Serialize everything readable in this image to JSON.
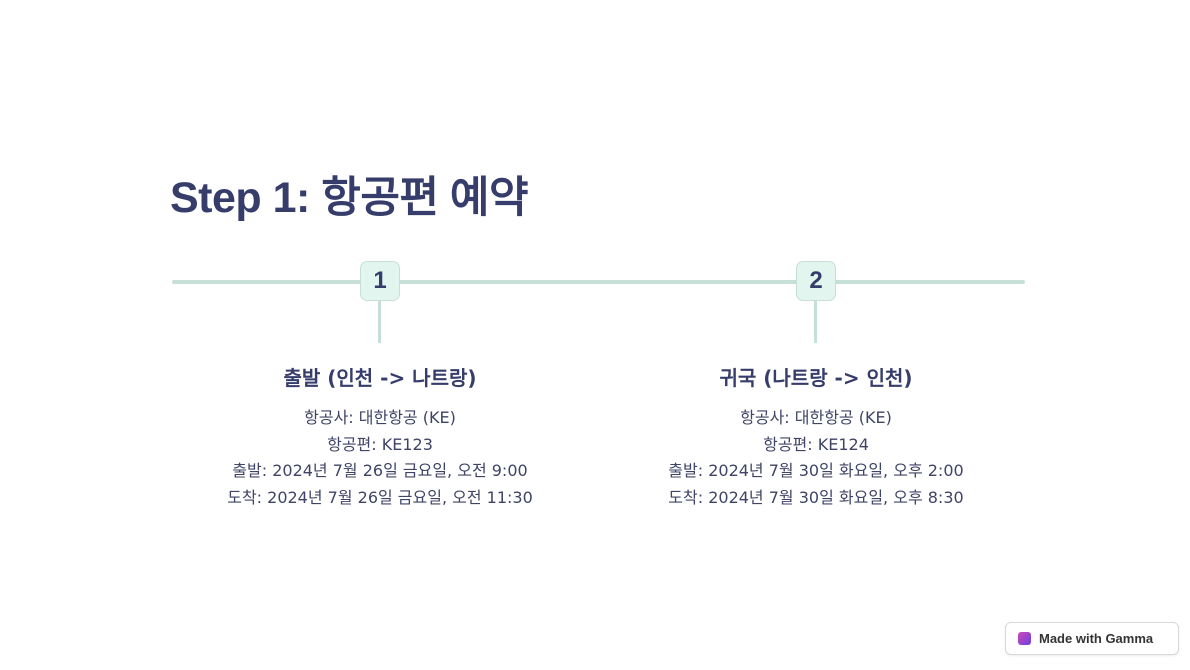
{
  "title": "Step 1: 항공편 예약",
  "steps": [
    {
      "number": "1",
      "heading": "출발 (인천 -> 나트랑)",
      "lines": [
        "항공사: 대한항공 (KE)",
        "항공편: KE123",
        "출발: 2024년 7월 26일 금요일, 오전 9:00",
        "도착: 2024년 7월 26일 금요일, 오전 11:30"
      ]
    },
    {
      "number": "2",
      "heading": "귀국 (나트랑 -> 인천)",
      "lines": [
        "항공사: 대한항공 (KE)",
        "항공편: KE124",
        "출발: 2024년 7월 30일 화요일, 오후 2:00",
        "도착: 2024년 7월 30일 화요일, 오후 8:30"
      ]
    }
  ],
  "badge": {
    "label": "Made with Gamma"
  }
}
